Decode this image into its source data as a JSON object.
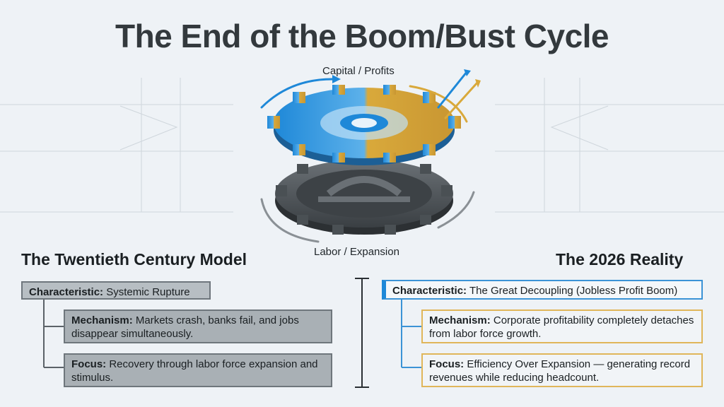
{
  "title": "The End of the Boom/Bust Cycle",
  "gear": {
    "top_label": "Capital / Profits",
    "bottom_label": "Labor / Expansion"
  },
  "left": {
    "heading": "The Twentieth Century Model",
    "characteristic": {
      "label": "Characteristic:",
      "text": "Systemic Rupture"
    },
    "mechanism": {
      "label": "Mechanism:",
      "text": "Markets crash, banks fail, and jobs disappear simultaneously."
    },
    "focus": {
      "label": "Focus:",
      "text": "Recovery through labor force expansion and stimulus."
    }
  },
  "right": {
    "heading": "The 2026 Reality",
    "characteristic": {
      "label": "Characteristic:",
      "text": "The Great Decoupling (Jobless Profit Boom)"
    },
    "mechanism": {
      "label": "Mechanism:",
      "text": "Corporate profitability completely detaches from labor force growth."
    },
    "focus": {
      "label": "Focus:",
      "text": "Efficiency Over Expansion — generating record revenues while reducing headcount."
    }
  },
  "colors": {
    "blue": "#1e88d8",
    "gold": "#d9a93b",
    "dark_gear": "#4a5054",
    "left_box": "#a9b0b5",
    "background": "#eef2f6"
  }
}
